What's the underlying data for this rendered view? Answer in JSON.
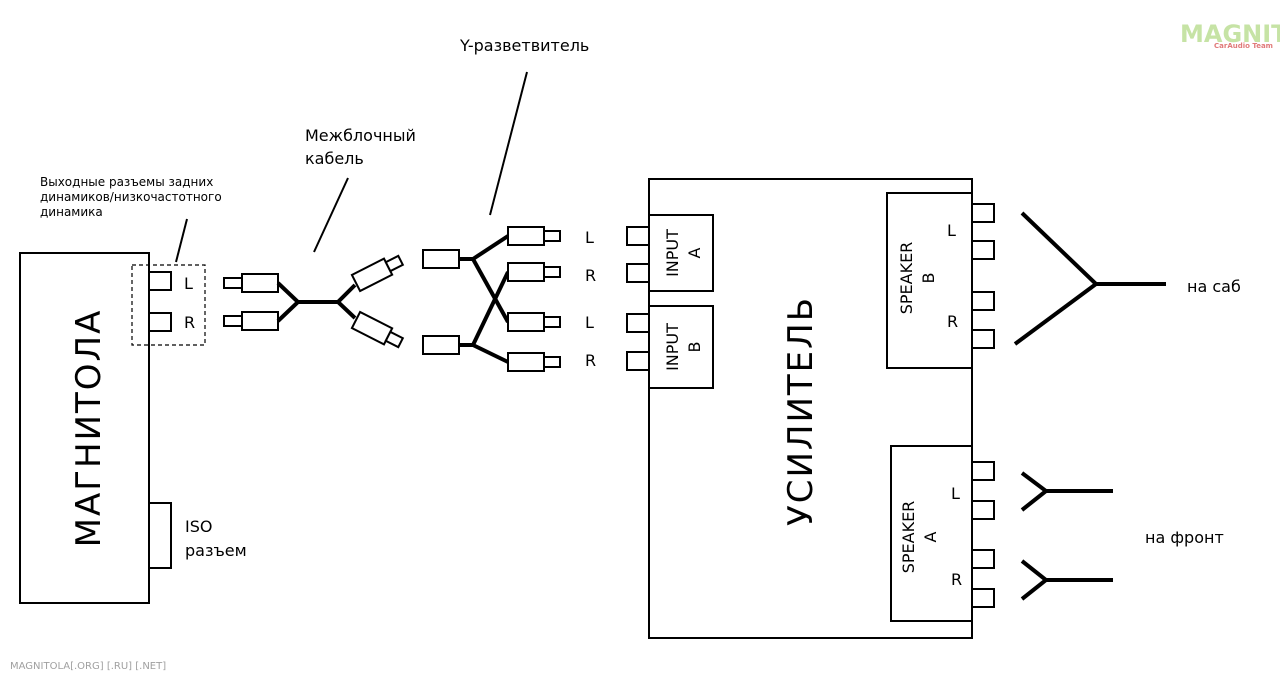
{
  "watermark": {
    "brand": "MAGNITOLA",
    "sub": "CarAudio Team",
    "footer": "MAGNITOLA[.ORG] [.RU] [.NET]",
    "color": "#c6e3a5"
  },
  "labels": {
    "splitter": "Y-разветвитель",
    "cable_line1": "Межблочный",
    "cable_line2": "кабель",
    "outputs_line1": "Выходные разъемы задних",
    "outputs_line2": "динамиков/низкочастотного",
    "outputs_line3": "динамика",
    "headunit": "МАГНИТОЛА",
    "iso_line1": "ISO",
    "iso_line2": "разъем",
    "amplifier": "УСИЛИТЕЛЬ",
    "sub": "на саб",
    "front": "на фронт"
  },
  "channels": {
    "left": "L",
    "right": "R"
  },
  "amp": {
    "input_a": [
      "INPUT",
      "A"
    ],
    "input_b": [
      "INPUT",
      "B"
    ],
    "speaker_b": [
      "SPEAKER",
      "B"
    ],
    "speaker_a": [
      "SPEAKER",
      "A"
    ]
  }
}
